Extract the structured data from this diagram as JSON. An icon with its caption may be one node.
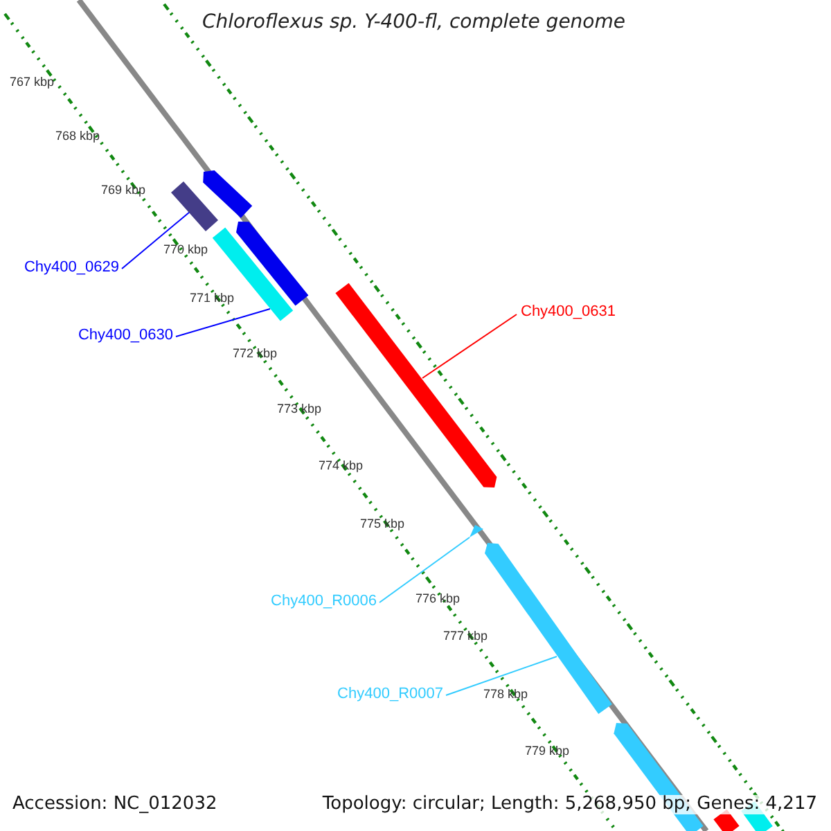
{
  "diagram": {
    "title": "Chloroflexus sp. Y-400-fl, complete genome",
    "nodes": [
      {
        "text": [
          "Chy400_0629"
        ]
      },
      {
        "text": [
          "Chy400_0630"
        ]
      },
      {
        "text": [
          "Chy400_0631"
        ]
      },
      {
        "text": [
          "Chy400_R0006"
        ]
      },
      {
        "text": [
          "Chy400_R0007"
        ]
      },
      {
        "text": [],
        "shape": "bar"
      },
      {
        "text": [],
        "shape": "bar"
      },
      {
        "text": [],
        "shape": "bar"
      },
      {
        "text": [],
        "shape": "bar"
      },
      {
        "text": [],
        "shape": "bar"
      },
      {
        "text": [],
        "shape": "triangle"
      },
      {
        "text": [],
        "shape": "bar"
      },
      {
        "text": [],
        "shape": "bar"
      },
      {
        "text": [],
        "shape": "bar"
      },
      {
        "text": [],
        "shape": "bar"
      }
    ],
    "edges": [
      {
        "from": 0,
        "to": 5,
        "arrow": "none"
      },
      {
        "from": 1,
        "to": 8,
        "arrow": "none"
      },
      {
        "from": 2,
        "to": 9,
        "arrow": "none",
        "color": "#ff0000"
      },
      {
        "from": 3,
        "to": 10,
        "arrow": "none",
        "color": "#33ccff"
      },
      {
        "from": 4,
        "to": 11,
        "arrow": "none",
        "color": "#33ccff"
      }
    ],
    "labels": [
      "767 kbp",
      "768 kbp",
      "769 kbp",
      "770 kbp",
      "771 kbp",
      "772 kbp",
      "773 kbp",
      "774 kbp",
      "775 kbp",
      "776 kbp",
      "777 kbp",
      "778 kbp",
      "779 kbp",
      "Accession: NC_012032",
      "Topology: circular; Length: 5,268,950 bp; Genes: 4,217"
    ]
  }
}
